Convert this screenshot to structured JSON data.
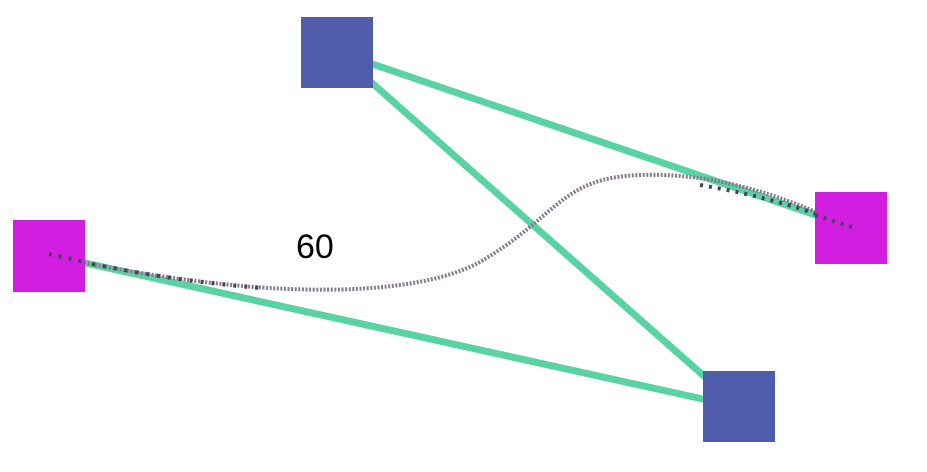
{
  "colors": {
    "background": "#ffffff",
    "node_blue": "#4f5dab",
    "node_magenta": "#d21ee0",
    "edge_green": "#59d3a1",
    "curve_grey": "#857a8e",
    "dotted_dark": "#4a3f5c"
  },
  "nodes": [
    {
      "id": "blue-top",
      "shape": "square",
      "color": "#4f5dab"
    },
    {
      "id": "blue-bottom",
      "shape": "square",
      "color": "#4f5dab"
    },
    {
      "id": "magenta-left",
      "shape": "square",
      "color": "#d21ee0"
    },
    {
      "id": "magenta-right",
      "shape": "square",
      "color": "#d21ee0"
    }
  ],
  "edges": [
    {
      "from": "blue-top",
      "to": "magenta-right",
      "style": "solid-thick",
      "color": "#59d3a1"
    },
    {
      "from": "blue-top",
      "to": "blue-bottom",
      "style": "solid-thick",
      "color": "#59d3a1"
    },
    {
      "from": "magenta-left",
      "to": "blue-bottom",
      "style": "solid-thick",
      "color": "#59d3a1"
    },
    {
      "from": "magenta-left",
      "to": "magenta-right",
      "style": "dotted-curve",
      "color": "#857a8e",
      "label": "60"
    }
  ],
  "edge_label": "60"
}
